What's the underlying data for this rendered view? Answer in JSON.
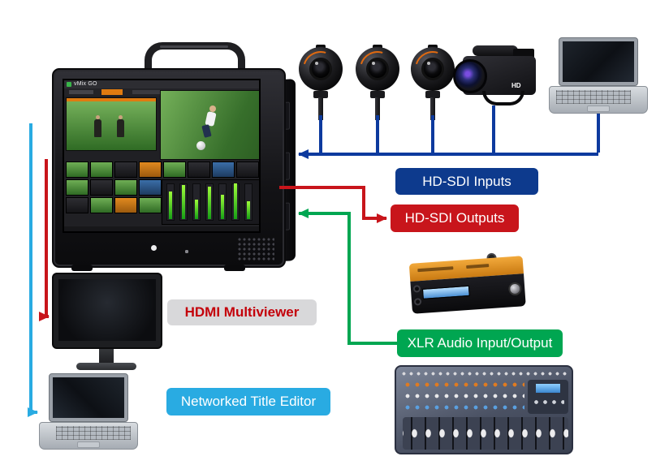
{
  "labels": {
    "hd_sdi_inputs": "HD-SDI Inputs",
    "hd_sdi_outputs": "HD-SDI Outputs",
    "hdmi_multiviewer": "HDMI Multiviewer",
    "xlr_audio_io": "XLR Audio Input/Output",
    "networked_title_editor": "Networked Title Editor"
  },
  "label_colors": {
    "hd_sdi_inputs_bg": "#0d3a8d",
    "hd_sdi_outputs_bg": "#c8151b",
    "hdmi_multiviewer_bg": "#d8d8da",
    "hdmi_multiviewer_fg": "#c4000a",
    "xlr_audio_io_bg": "#00a651",
    "networked_title_editor_bg": "#29abe2",
    "label_fg": "#ffffff"
  },
  "vmix_device": {
    "screen_logo": "vMix GO"
  },
  "camcorder_badge": "HD",
  "devices": {
    "vmix_go": "vmix-go-portable-production-unit",
    "ball_cameras": "three-ball-style-hd-cameras",
    "camcorder": "hd-camcorder",
    "laptop_top": "laptop-video-source",
    "hdmi_monitor": "hdmi-multiviewer-monitor",
    "title_editor_laptop": "networked-title-editor-laptop",
    "audio_converter": "xlr-audio-converter-box",
    "audio_mixer": "audio-mixing-console"
  },
  "connections": [
    {
      "name": "hd-sdi-inputs",
      "color": "#0d3a9e",
      "from": "cameras, camcorder, laptop",
      "to": "vMix GO"
    },
    {
      "name": "hd-sdi-outputs",
      "color": "#c8151b",
      "from": "vMix GO",
      "to": "HDMI multiviewer monitor"
    },
    {
      "name": "xlr-audio-input-output",
      "color": "#00a651",
      "from": "audio converter and mixer",
      "to": "vMix GO"
    },
    {
      "name": "networked-title-editor",
      "color": "#29abe2",
      "from": "vMix GO",
      "to": "title editor laptop"
    }
  ]
}
